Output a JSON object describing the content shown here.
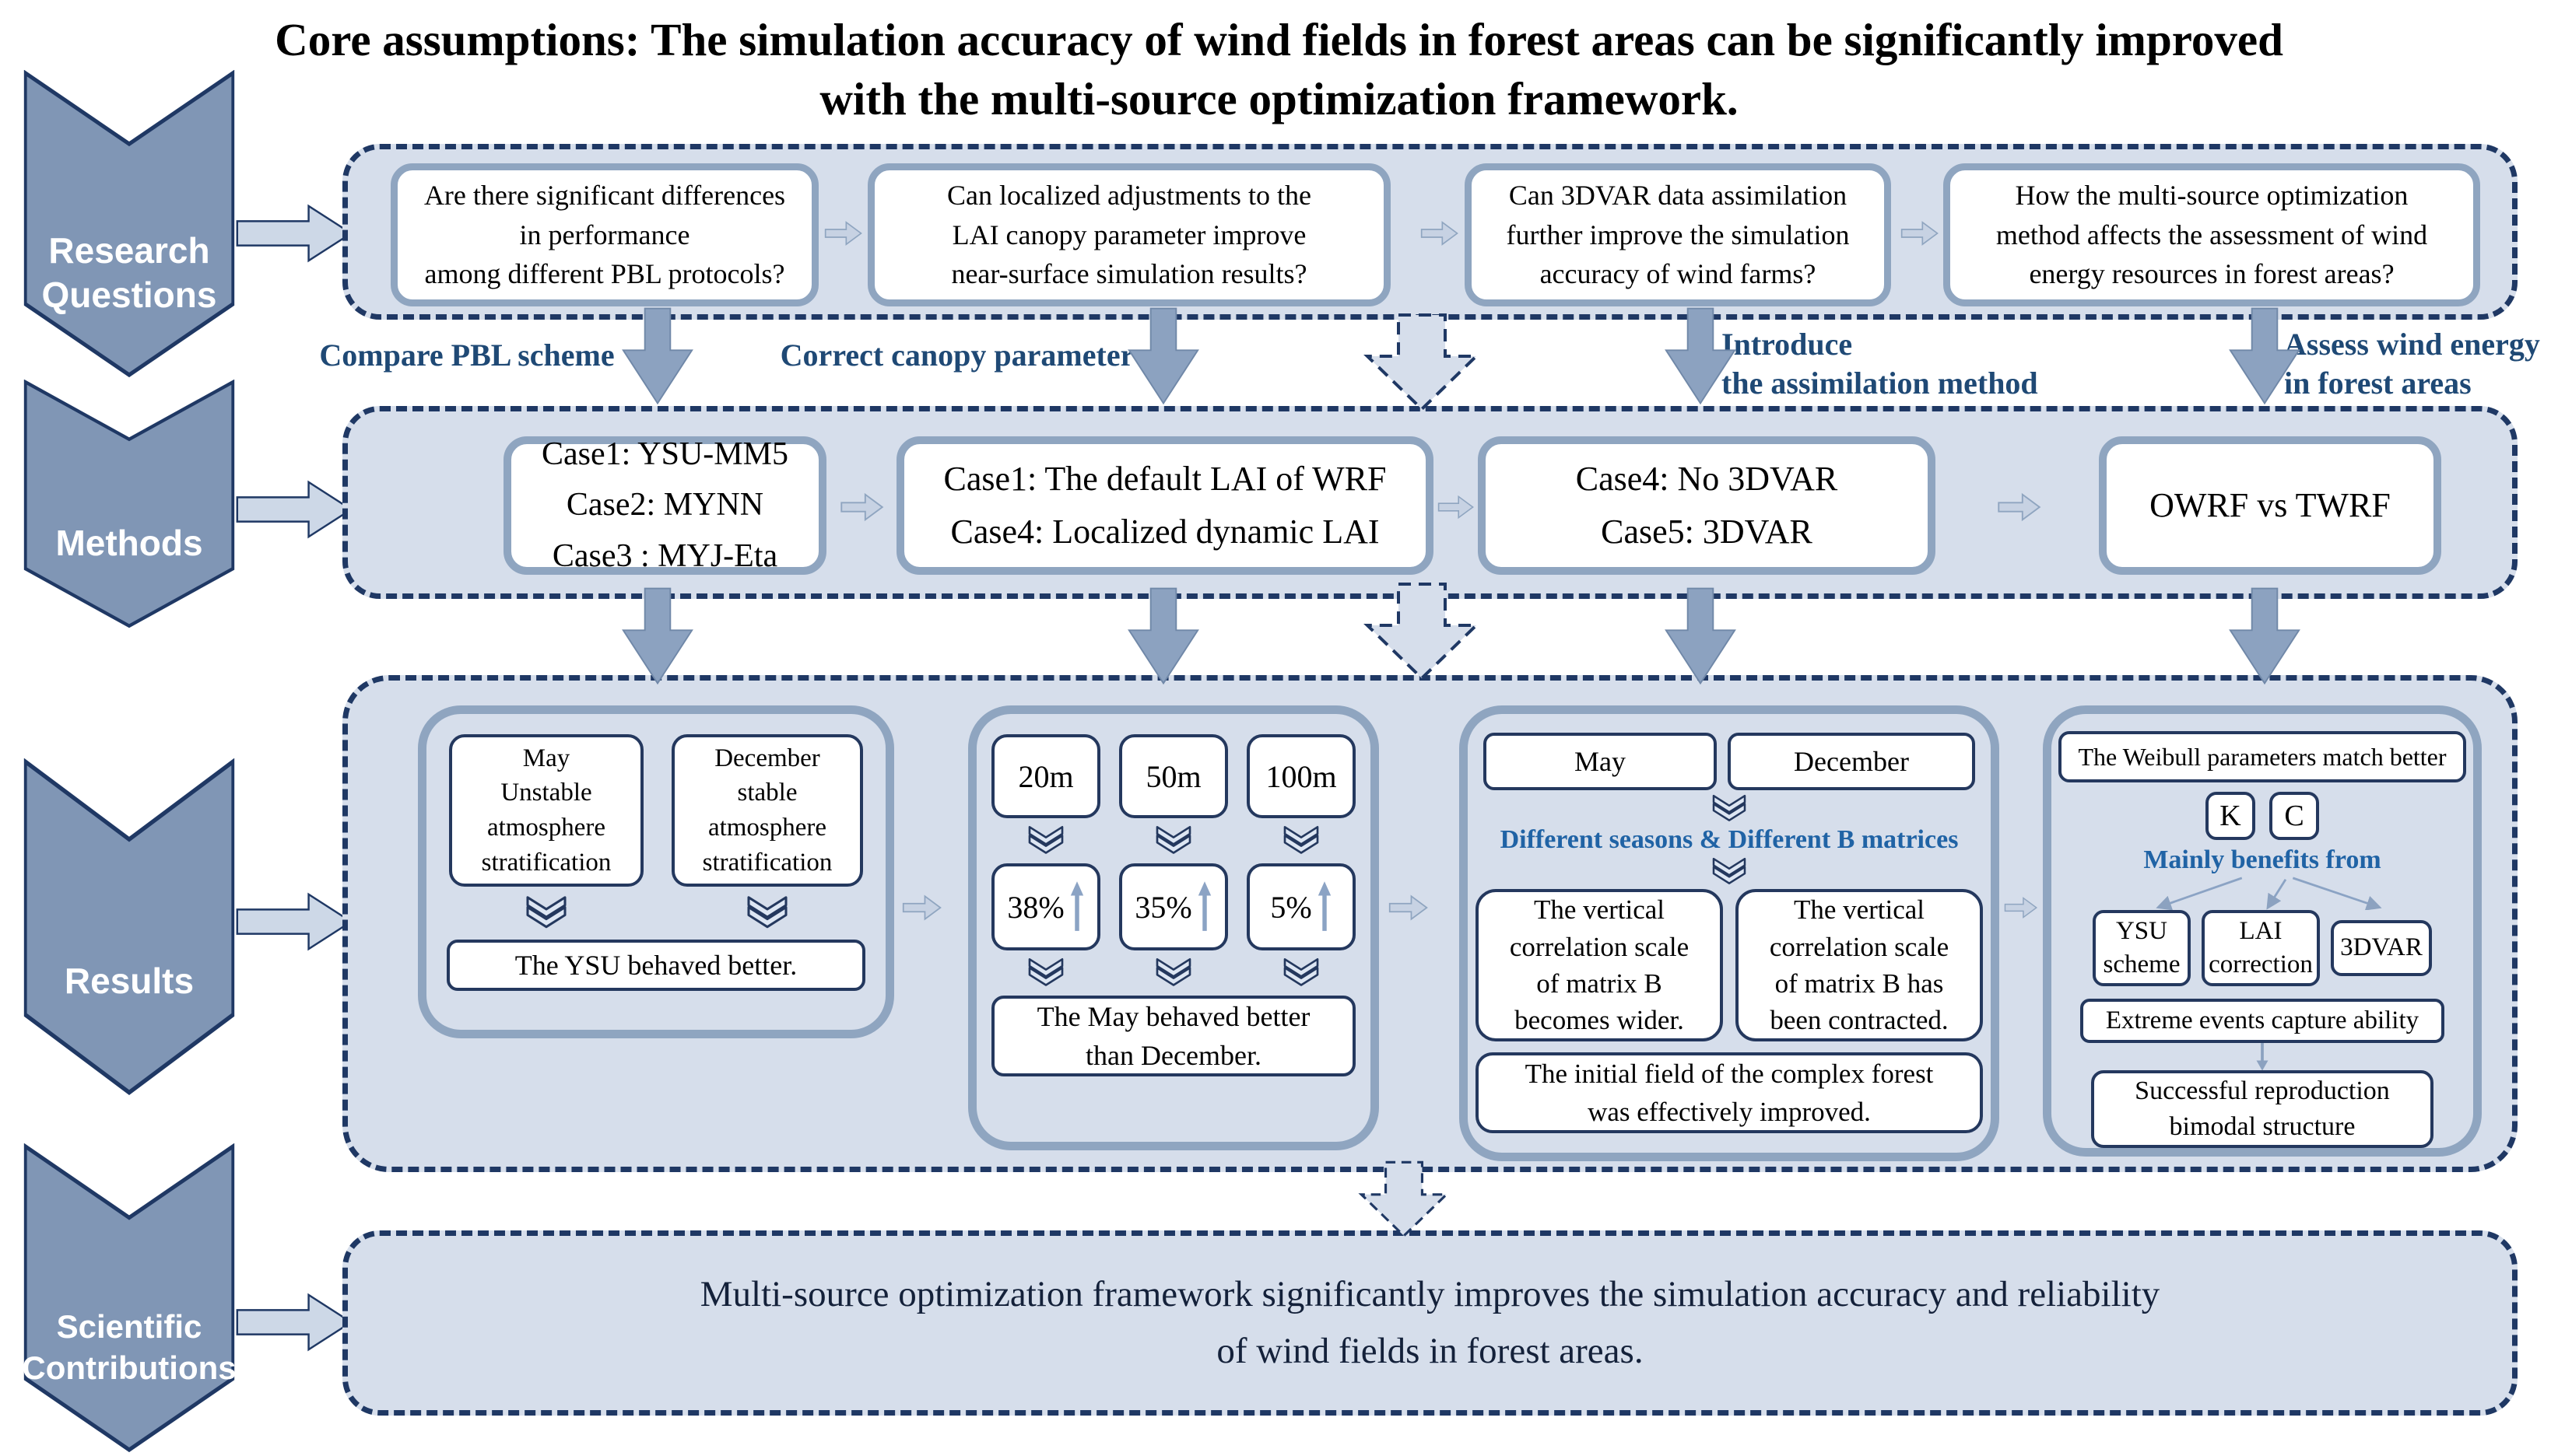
{
  "title": "Core assumptions: The simulation accuracy of wind fields in forest areas can be significantly improved\nwith the multi-source optimization framework.",
  "banners": {
    "research": "Research\nQuestions",
    "methods": "Methods",
    "results": "Results",
    "contributions": "Scientific\nContributions"
  },
  "questions": {
    "q1": "Are there significant differences\nin performance\namong different PBL protocols?",
    "q2": "Can localized adjustments to the\nLAI canopy parameter improve\nnear-surface simulation results?",
    "q3": "Can 3DVAR data assimilation\nfurther improve the simulation\naccuracy of wind farms?",
    "q4": "How the multi-source optimization\nmethod affects the assessment of wind\nenergy resources in forest areas?"
  },
  "transition_labels": {
    "compare": "Compare PBL scheme",
    "correct": "Correct canopy parameter",
    "introduce": "Introduce\nthe assimilation method",
    "assess": "Assess wind energy\nin forest areas"
  },
  "methods": {
    "m1": "Case1: YSU-MM5\nCase2: MYNN\nCase3 : MYJ-Eta",
    "m2": "Case1: The default LAI of WRF\nCase4: Localized dynamic LAI",
    "m3": "Case4: No 3DVAR\nCase5: 3DVAR",
    "m4": "OWRF vs TWRF"
  },
  "results": {
    "group1": {
      "may_box": "May\nUnstable\natmosphere\nstratification",
      "december_box": "December\nstable\natmosphere\nstratification",
      "conclusion": "The YSU behaved better."
    },
    "group2": {
      "heights": [
        "20m",
        "50m",
        "100m"
      ],
      "gains": [
        "38%",
        "35%",
        "5%"
      ],
      "conclusion": "The May behaved better\nthan December."
    },
    "group3": {
      "seasons": [
        "May",
        "December"
      ],
      "label": "Different seasons & Different B matrices",
      "wider": "The vertical\ncorrelation scale\nof matrix B\nbecomes wider.",
      "contracted": "The vertical\ncorrelation scale\nof matrix B has\nbeen contracted.",
      "conclusion": "The initial field of the complex forest\nwas effectively improved."
    },
    "group4": {
      "weibull": "The Weibull parameters match better",
      "k": "K",
      "c": "C",
      "benefits_label": "Mainly benefits from",
      "sources": [
        "YSU\nscheme",
        "LAI\ncorrection",
        "3DVAR"
      ],
      "extreme": "Extreme events capture ability",
      "bimodal": "Successful reproduction\nbimodal structure"
    }
  },
  "contribution": "Multi-source optimization framework significantly improves the simulation accuracy and reliability\nof wind fields in forest areas.",
  "colors": {
    "navy": "#1f3864",
    "slate": "#8096b5",
    "slateBorder": "#8fa5c0",
    "panel": "#d6deeb",
    "lightArrow": "#cdd8e7",
    "smallArrow": "#c7d2e3",
    "labelBlue": "#1f4975",
    "innerLabelBlue": "#2063a5",
    "heartFill": "#dde6f3",
    "upArrow": "#8ba3c4",
    "boxBorderDark": "#24385e",
    "arrowSolid": "#8ca2c0",
    "arrowEdge": "#7088a8"
  }
}
